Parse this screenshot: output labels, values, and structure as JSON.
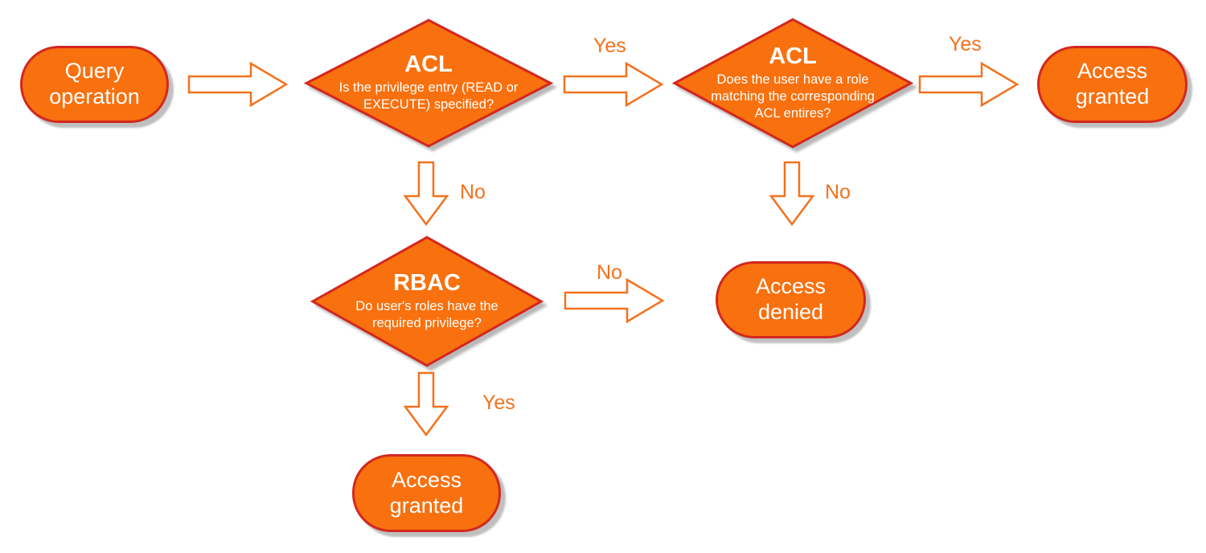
{
  "colors": {
    "shape_fill": "#F9700E",
    "shape_border": "#D2281E",
    "arrow_stroke": "#F4711D",
    "edge_label": "#F4711D",
    "node_text": "#FFFFFF",
    "background": "#FFFFFF"
  },
  "flowchart": {
    "nodes": {
      "start": {
        "type": "terminal",
        "label": "Query operation"
      },
      "acl1": {
        "type": "decision",
        "title": "ACL",
        "question": "Is the privilege entry (READ or EXECUTE) specified?"
      },
      "acl2": {
        "type": "decision",
        "title": "ACL",
        "question": "Does the user have a role matching the corresponding ACL entires?"
      },
      "rbac": {
        "type": "decision",
        "title": "RBAC",
        "question": "Do user's roles have the required privilege?"
      },
      "granted_top": {
        "type": "terminal",
        "label": "Access granted"
      },
      "denied": {
        "type": "terminal",
        "label": "Access denied"
      },
      "granted_bottom": {
        "type": "terminal",
        "label": "Access granted"
      }
    },
    "edges": [
      {
        "from": "start",
        "to": "acl1",
        "label": ""
      },
      {
        "from": "acl1",
        "to": "acl2",
        "label": "Yes"
      },
      {
        "from": "acl2",
        "to": "granted_top",
        "label": "Yes"
      },
      {
        "from": "acl1",
        "to": "rbac",
        "label": "No"
      },
      {
        "from": "acl2",
        "to": "denied",
        "label": "No"
      },
      {
        "from": "rbac",
        "to": "denied",
        "label": "No"
      },
      {
        "from": "rbac",
        "to": "granted_bottom",
        "label": "Yes"
      }
    ]
  }
}
